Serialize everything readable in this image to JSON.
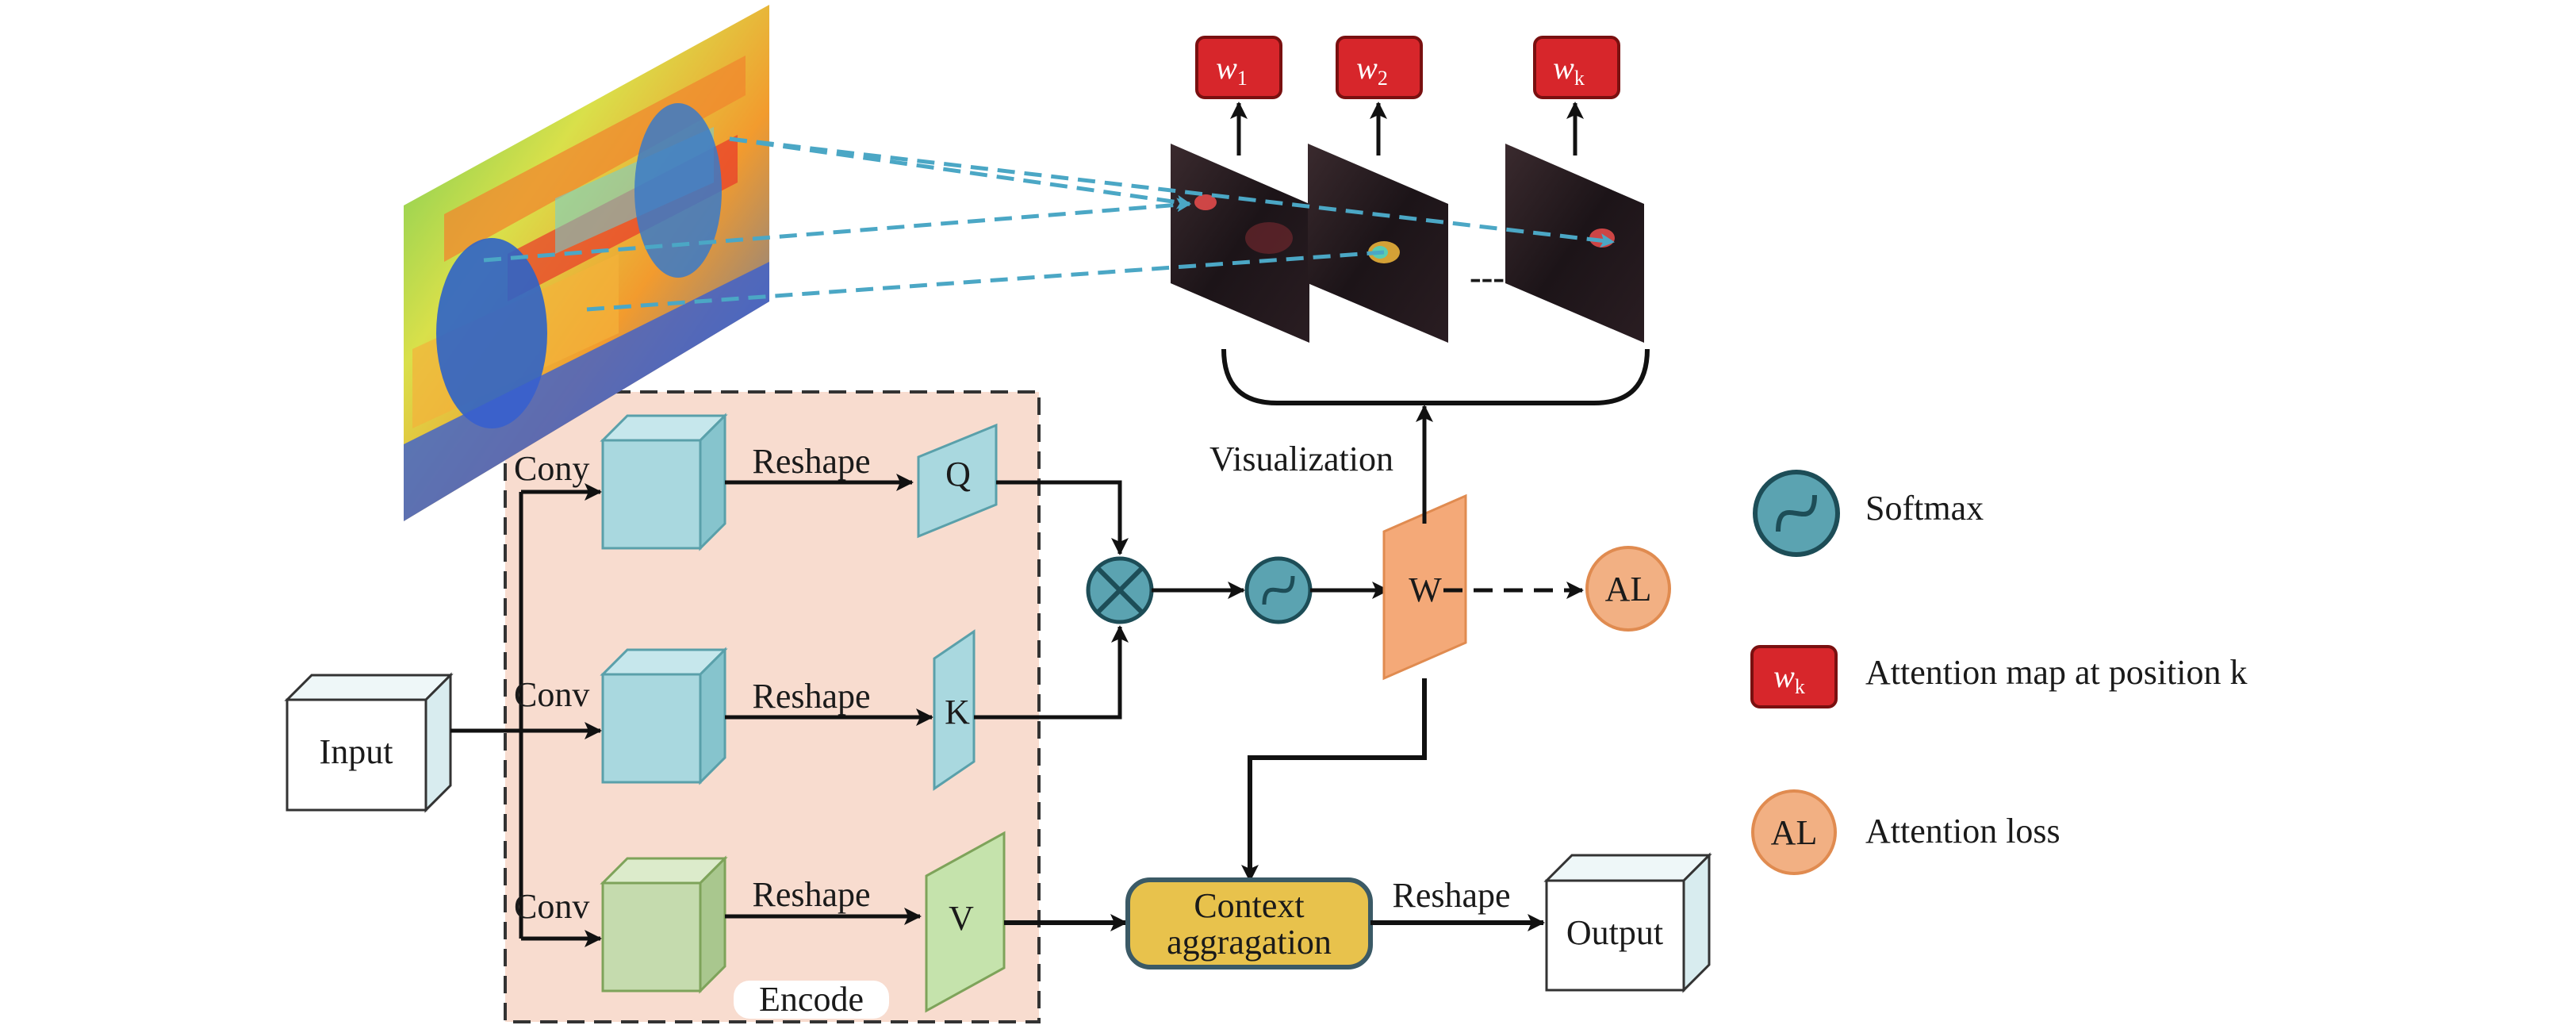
{
  "input_label": "Input",
  "output_label": "Output",
  "encode_label": "Encode",
  "branches": {
    "q": {
      "conv": "Cony",
      "reshape": "Reshape",
      "mat": "Q"
    },
    "k": {
      "conv": "Conv",
      "reshape": "Reshape",
      "mat": "K"
    },
    "v": {
      "conv": "Conv",
      "reshape": "Reshape",
      "mat": "V"
    }
  },
  "w_label": "W",
  "al_label": "AL",
  "visualization_label": "Visualization",
  "context_agg": {
    "line1": "Context",
    "line2": "aggragation"
  },
  "output_reshape_label": "Reshape",
  "weights": [
    {
      "main": "w",
      "sub": "1"
    },
    {
      "main": "w",
      "sub": "2"
    },
    {
      "main": "w",
      "sub": "k"
    }
  ],
  "ellipsis": "---",
  "legend": {
    "softmax": "Softmax",
    "attention_map_main": "w",
    "attention_map_sub": "k",
    "attention_map": "Attention map at position k",
    "al_symbol": "AL",
    "attention_loss": "Attention loss"
  },
  "colors": {
    "encode_bg": "#f8dccf",
    "cube_blue": "#a9d8df",
    "cube_green": "#c5dbae",
    "softmax_fill": "#5ba3b1",
    "al_fill": "#f2b083",
    "w_fill": "#f4a978",
    "weight_red": "#d7262b",
    "context_fill": "#e8c24c",
    "dashed_blue": "#4ba7c5"
  }
}
